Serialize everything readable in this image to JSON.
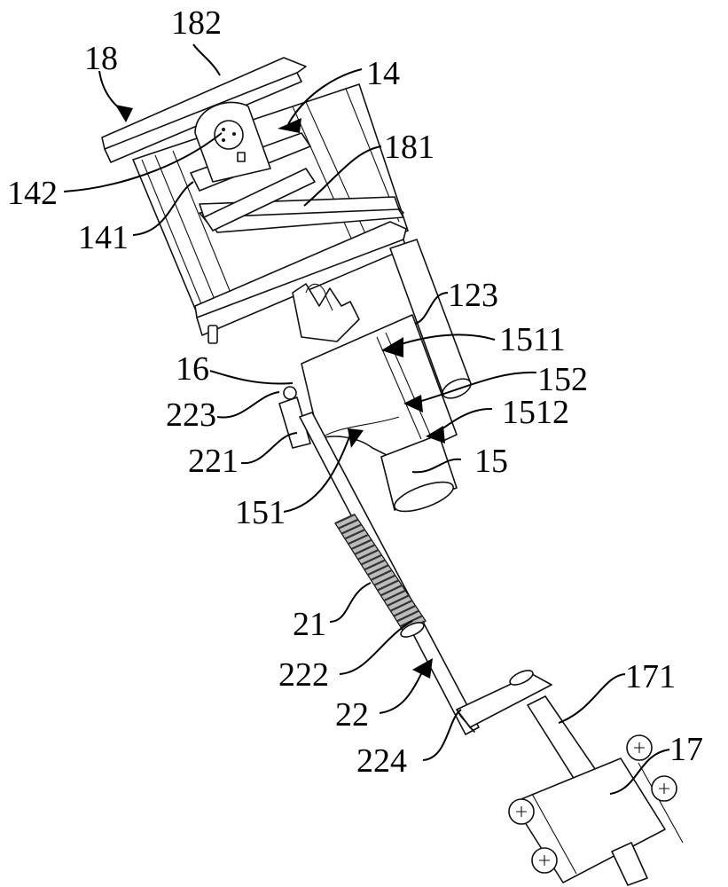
{
  "figure": {
    "labels": {
      "l182": "182",
      "l18": "18",
      "l14": "14",
      "l142": "142",
      "l181": "181",
      "l141": "141",
      "l123": "123",
      "l1511": "1511",
      "l16": "16",
      "l152": "152",
      "l223": "223",
      "l1512": "1512",
      "l221": "221",
      "l15": "15",
      "l151": "151",
      "l21": "21",
      "l222": "222",
      "l22": "22",
      "l171": "171",
      "l224": "224",
      "l17": "17"
    }
  }
}
